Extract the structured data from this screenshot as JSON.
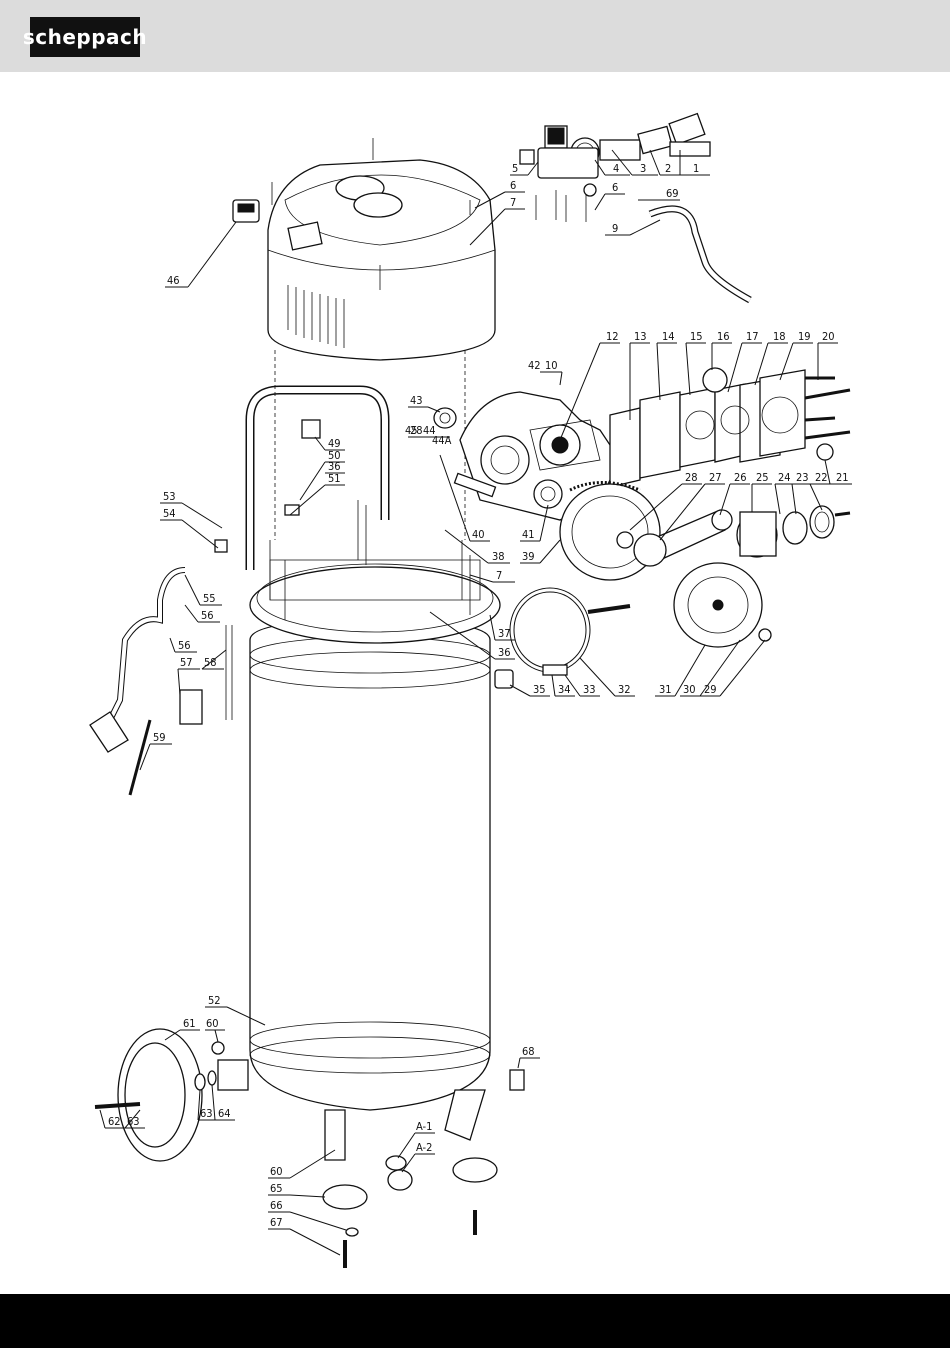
{
  "brand": {
    "logo_text": "scheppach"
  },
  "callouts": [
    {
      "id": "1",
      "text": "1"
    },
    {
      "id": "2",
      "text": "2"
    },
    {
      "id": "3",
      "text": "3"
    },
    {
      "id": "4",
      "text": "4"
    },
    {
      "id": "5",
      "text": "5"
    },
    {
      "id": "6a",
      "text": "6"
    },
    {
      "id": "6b",
      "text": "6"
    },
    {
      "id": "7a",
      "text": "7"
    },
    {
      "id": "7b",
      "text": "7"
    },
    {
      "id": "9",
      "text": "9"
    },
    {
      "id": "10",
      "text": "10"
    },
    {
      "id": "12",
      "text": "12"
    },
    {
      "id": "13",
      "text": "13"
    },
    {
      "id": "14",
      "text": "14"
    },
    {
      "id": "15",
      "text": "15"
    },
    {
      "id": "16",
      "text": "16"
    },
    {
      "id": "17",
      "text": "17"
    },
    {
      "id": "18",
      "text": "18"
    },
    {
      "id": "19",
      "text": "19"
    },
    {
      "id": "20",
      "text": "20"
    },
    {
      "id": "21",
      "text": "21"
    },
    {
      "id": "22",
      "text": "22"
    },
    {
      "id": "23",
      "text": "23"
    },
    {
      "id": "24",
      "text": "24"
    },
    {
      "id": "25",
      "text": "25"
    },
    {
      "id": "26",
      "text": "26"
    },
    {
      "id": "27",
      "text": "27"
    },
    {
      "id": "28a",
      "text": "28"
    },
    {
      "id": "28b",
      "text": "28"
    },
    {
      "id": "29",
      "text": "29"
    },
    {
      "id": "30",
      "text": "30"
    },
    {
      "id": "31",
      "text": "31"
    },
    {
      "id": "32",
      "text": "32"
    },
    {
      "id": "33",
      "text": "33"
    },
    {
      "id": "34",
      "text": "34"
    },
    {
      "id": "35",
      "text": "35"
    },
    {
      "id": "36a",
      "text": "36"
    },
    {
      "id": "36b",
      "text": "36"
    },
    {
      "id": "37",
      "text": "37"
    },
    {
      "id": "38",
      "text": "38"
    },
    {
      "id": "39",
      "text": "39"
    },
    {
      "id": "40",
      "text": "40"
    },
    {
      "id": "41",
      "text": "41"
    },
    {
      "id": "42",
      "text": "42"
    },
    {
      "id": "43",
      "text": "43"
    },
    {
      "id": "44",
      "text": "44"
    },
    {
      "id": "44A",
      "text": "44A"
    },
    {
      "id": "45",
      "text": "45"
    },
    {
      "id": "46",
      "text": "46"
    },
    {
      "id": "49",
      "text": "49"
    },
    {
      "id": "50",
      "text": "50"
    },
    {
      "id": "51",
      "text": "51"
    },
    {
      "id": "52",
      "text": "52"
    },
    {
      "id": "53",
      "text": "53"
    },
    {
      "id": "54",
      "text": "54"
    },
    {
      "id": "55",
      "text": "55"
    },
    {
      "id": "56a",
      "text": "56"
    },
    {
      "id": "56b",
      "text": "56"
    },
    {
      "id": "57",
      "text": "57"
    },
    {
      "id": "58",
      "text": "58"
    },
    {
      "id": "59",
      "text": "59"
    },
    {
      "id": "60a",
      "text": "60"
    },
    {
      "id": "60b",
      "text": "60"
    },
    {
      "id": "61",
      "text": "61"
    },
    {
      "id": "62",
      "text": "62"
    },
    {
      "id": "63a",
      "text": "63"
    },
    {
      "id": "63b",
      "text": "63"
    },
    {
      "id": "64",
      "text": "64"
    },
    {
      "id": "65",
      "text": "65"
    },
    {
      "id": "66",
      "text": "66"
    },
    {
      "id": "67",
      "text": "67"
    },
    {
      "id": "68",
      "text": "68"
    },
    {
      "id": "69",
      "text": "69"
    },
    {
      "id": "A1",
      "text": "A-1"
    },
    {
      "id": "A2",
      "text": "A-2"
    }
  ]
}
